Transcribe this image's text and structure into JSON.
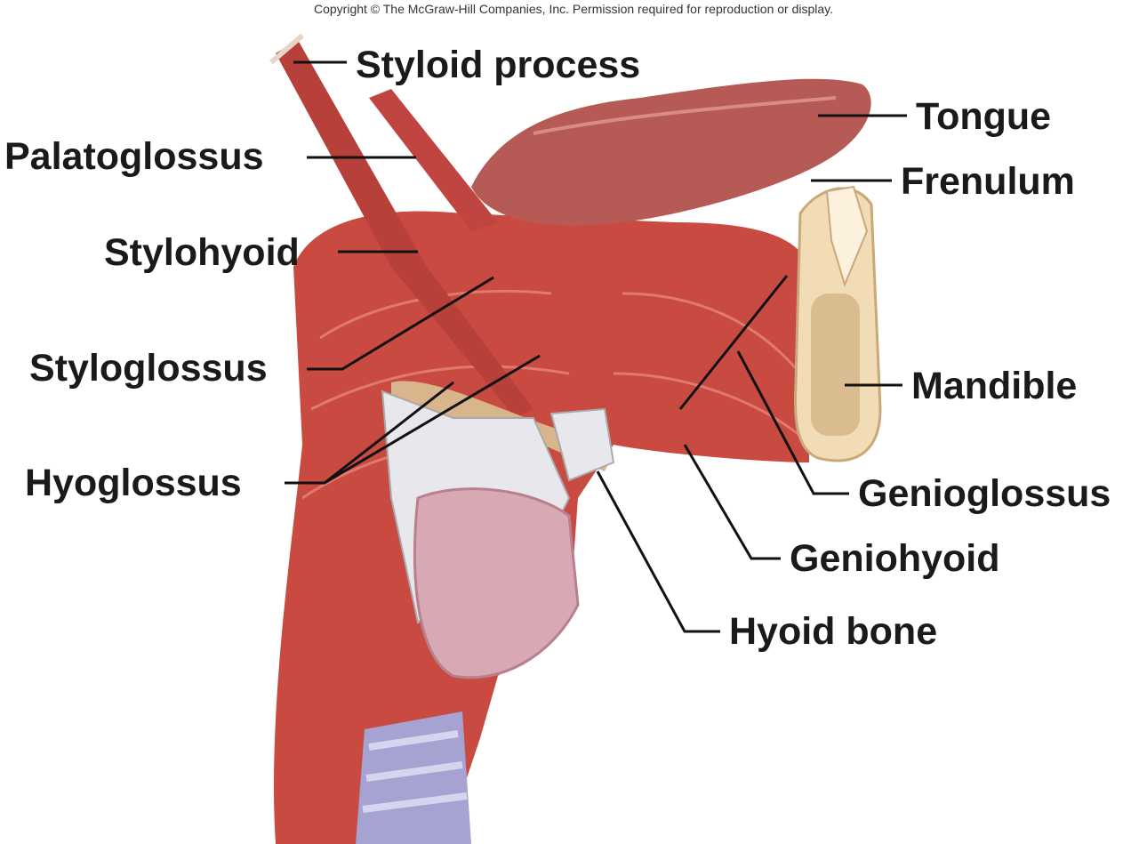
{
  "copyright": "Copyright © The McGraw-Hill Companies, Inc. Permission required for reproduction or display.",
  "labels": {
    "styloid_process": "Styloid process",
    "palatoglossus": "Palatoglossus",
    "stylohyoid": "Stylohyoid",
    "styloglossus": "Styloglossus",
    "hyoglossus": "Hyoglossus",
    "tongue": "Tongue",
    "frenulum": "Frenulum",
    "mandible": "Mandible",
    "genioglossus": "Genioglossus",
    "geniohyoid": "Geniohyoid",
    "hyoid_bone": "Hyoid bone"
  },
  "colors": {
    "muscle": "#c94a40",
    "muscle_dark": "#a8342d",
    "tongue": "#b65a55",
    "bone": "#f1dcb5",
    "larynx": "#d8a9b4",
    "trachea": "#a6a2d2",
    "cartilage": "#e8e8ec"
  }
}
